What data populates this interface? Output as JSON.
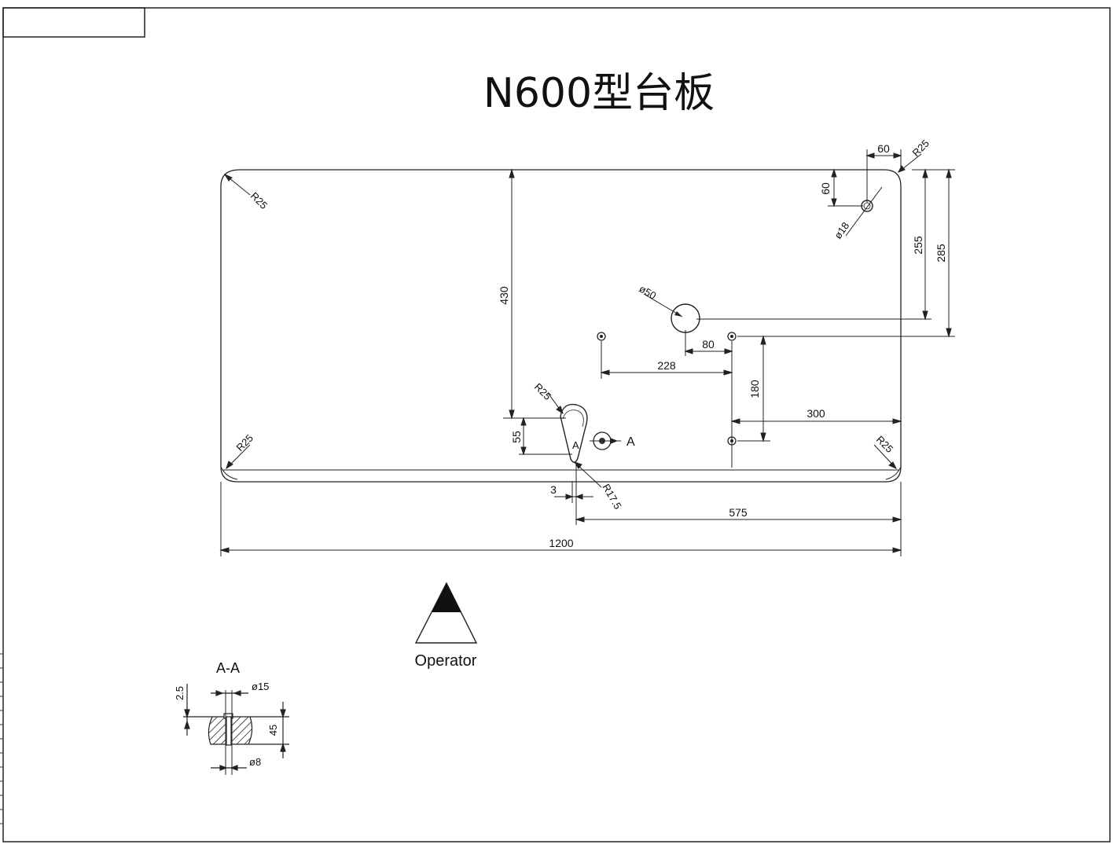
{
  "drawing": {
    "title": "N600型台板",
    "operator_label": "Operator",
    "section_label": "A",
    "section_view_title": "A-A"
  },
  "dimensions": {
    "overall_width": "1200",
    "hole_offset_to_right": "575",
    "slot_offset": "3",
    "slot_depth_from_top": "430",
    "slot_length": "55",
    "slot_radius_top": "R25",
    "slot_radius_bottom": "R17.5",
    "big_hole_diameter": "ø50",
    "big_hole_from_top": "255",
    "holes_row_from_top": "285",
    "big_hole_to_hole": "80",
    "hole_spacing_horizontal": "228",
    "hole_spacing_vertical": "180",
    "hole_to_right_edge": "300",
    "small_hole_diameter": "ø18",
    "small_hole_from_right": "60",
    "small_hole_from_top": "60",
    "corner_radius_top_left": "R25",
    "corner_radius_top_right": "R25",
    "corner_radius_bottom_left": "R25",
    "corner_radius_bottom_right": "R25"
  },
  "section_view": {
    "counterbore_diameter": "ø15",
    "counterbore_depth": "2.5",
    "thickness": "45",
    "through_hole_diameter": "ø8"
  }
}
